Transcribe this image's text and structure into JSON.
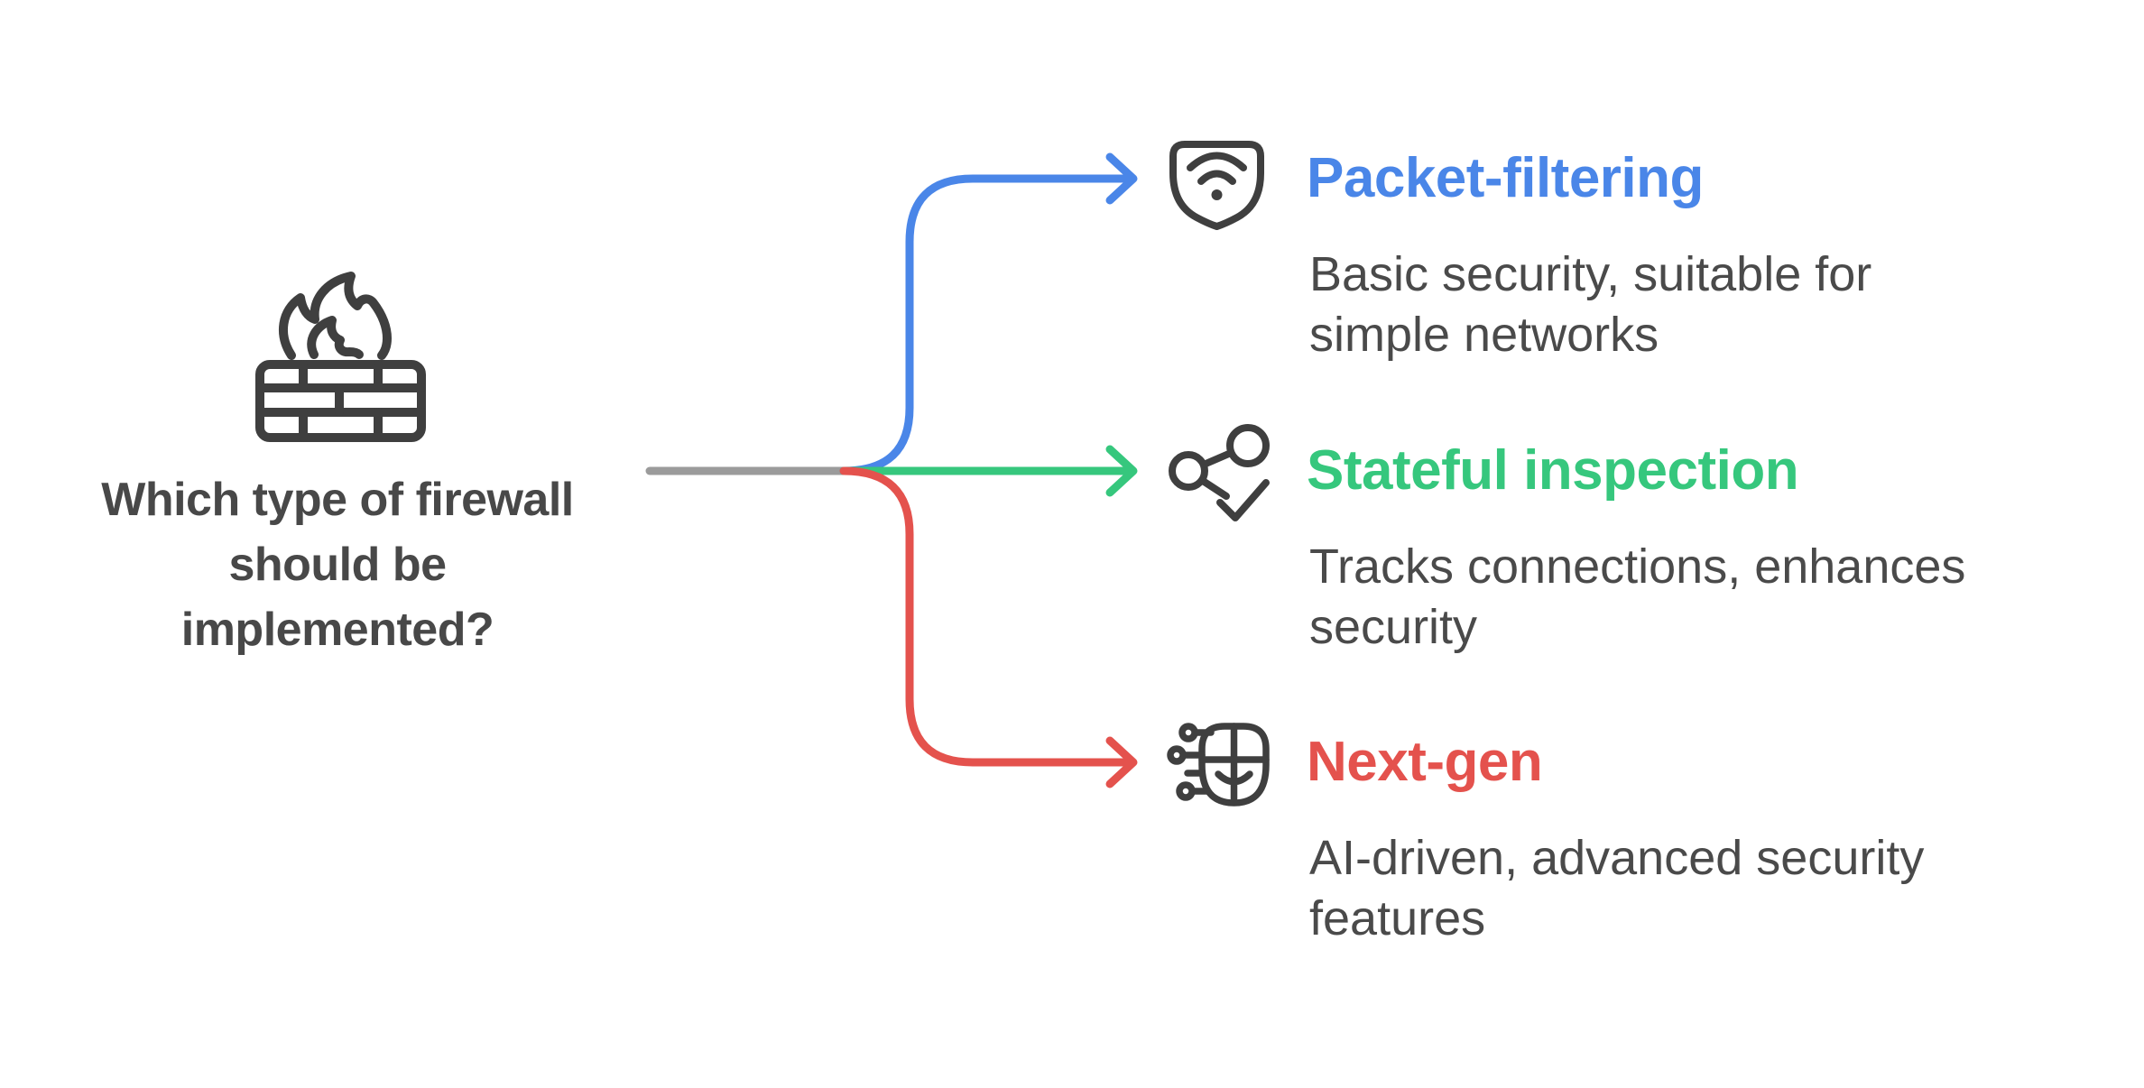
{
  "question": {
    "text": "Which type of firewall should be implemented?",
    "lines": [
      "Which type of firewall",
      "should be",
      "implemented?"
    ],
    "icon": "firewall-brick-flame-icon"
  },
  "branches": [
    {
      "id": "packet-filtering",
      "label": "Packet-filtering",
      "description": "Basic security, suitable for simple networks",
      "desc_lines": [
        "Basic security, suitable for",
        "simple networks"
      ],
      "color": "#4a86e8",
      "icon": "shield-wifi-icon"
    },
    {
      "id": "stateful-inspection",
      "label": "Stateful inspection",
      "description": "Tracks connections, enhances security",
      "desc_lines": [
        "Tracks connections, enhances",
        "security"
      ],
      "color": "#36c77d",
      "icon": "share-check-icon"
    },
    {
      "id": "next-gen",
      "label": "Next-gen",
      "description": "AI-driven, advanced security features",
      "desc_lines": [
        "AI-driven, advanced security",
        "features"
      ],
      "color": "#e4524d",
      "icon": "ai-network-icon"
    }
  ],
  "colors": {
    "stem_line": "#9b9b9b",
    "icon_stroke": "#3f3f3f",
    "text_dark": "#484848"
  }
}
